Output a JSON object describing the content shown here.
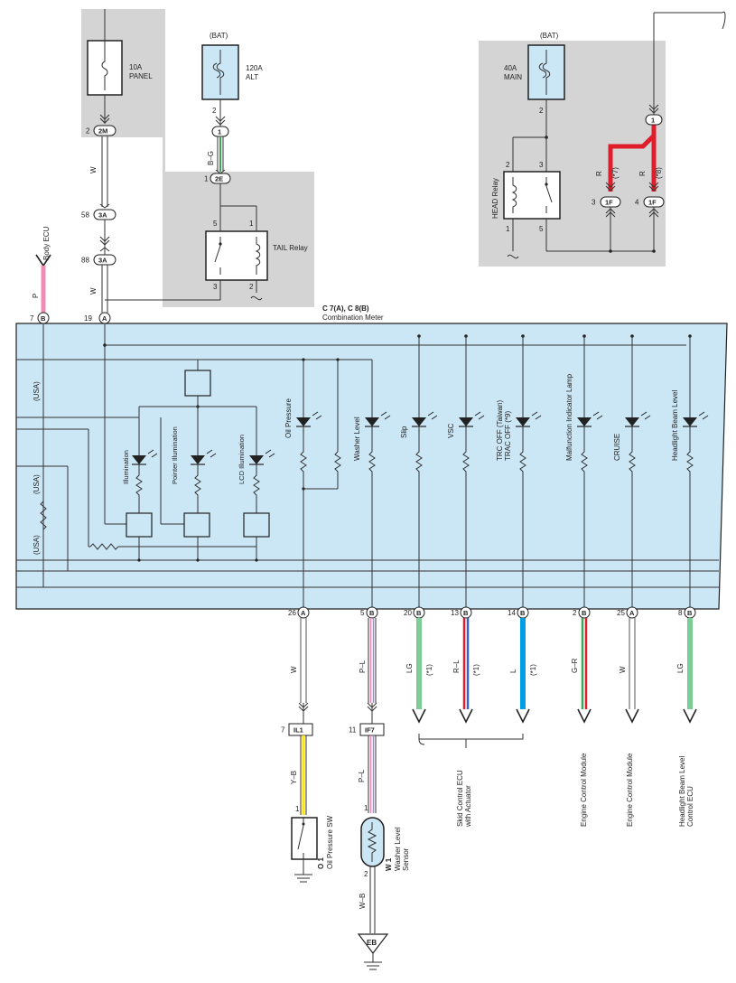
{
  "meter": {
    "title": "C 7(A), C 8(B)",
    "subtitle": "Combination Meter",
    "usa_labels": [
      "(USA)",
      "(USA)",
      "(USA)"
    ],
    "internal_labels": [
      "Illumination",
      "Pointer Illumination",
      "LCD Illumination"
    ],
    "lamps": [
      "Oil Pressure",
      "Washer Level",
      "Slip",
      "VSC",
      "TRC OFF (Taiwan)\nTRAC OFF (*9)",
      "Malfunction Indicator Lamp",
      "CRUISE",
      "Headlight Beam Level"
    ],
    "top_pins": [
      {
        "num": "7",
        "conn": "B"
      },
      {
        "num": "19",
        "conn": "A"
      }
    ],
    "bottom_pins": [
      {
        "num": "26",
        "conn": "A"
      },
      {
        "num": "5",
        "conn": "B"
      },
      {
        "num": "20",
        "conn": "B"
      },
      {
        "num": "13",
        "conn": "B"
      },
      {
        "num": "14",
        "conn": "B"
      },
      {
        "num": "2",
        "conn": "B"
      },
      {
        "num": "25",
        "conn": "A"
      },
      {
        "num": "8",
        "conn": "B"
      }
    ]
  },
  "fuses": {
    "panel": {
      "rating": "10A",
      "name": "PANEL"
    },
    "alt": {
      "source": "(BAT)",
      "rating": "120A",
      "name": "ALT"
    },
    "main": {
      "source": "(BAT)",
      "rating": "40A",
      "name": "MAIN"
    }
  },
  "relays": {
    "tail": {
      "name": "TAIL Relay",
      "pins": [
        "5",
        "1",
        "3",
        "2"
      ]
    },
    "head": {
      "name": "HEAD Relay",
      "pins": [
        "2",
        "3",
        "1",
        "5"
      ]
    }
  },
  "connectors": {
    "c2m": {
      "pin": "2",
      "label": "2M"
    },
    "c3a_top": {
      "pin": "58",
      "label": "3A"
    },
    "c3a_bot": {
      "pin": "88",
      "label": "3A"
    },
    "c1_alt": {
      "pin": "2",
      "label": "1"
    },
    "c2e": {
      "pin": "1",
      "label": "2E"
    },
    "main_pin": {
      "pin": "2"
    },
    "c1_top": {
      "label": "1"
    },
    "c1f_a": {
      "pin": "3",
      "label": "1F"
    },
    "c1f_b": {
      "pin": "4",
      "label": "1F"
    },
    "il1": {
      "pin": "7",
      "label": "IL1"
    },
    "if7": {
      "pin": "11",
      "label": "IF7"
    }
  },
  "wires": {
    "panel": "W",
    "panel2": "W",
    "alt": "B–G",
    "body_ecu": "P",
    "r7": "R",
    "r7_note": "(*7)",
    "r8": "R",
    "r8_note": "(*8)",
    "bottom": [
      {
        "color": "W",
        "note": ""
      },
      {
        "color": "P–L",
        "note": ""
      },
      {
        "color": "LG",
        "note": "(*1)"
      },
      {
        "color": "R–L",
        "note": "(*1)"
      },
      {
        "color": "L",
        "note": "(*1)"
      },
      {
        "color": "G–R",
        "note": ""
      },
      {
        "color": "W",
        "note": ""
      },
      {
        "color": "LG",
        "note": ""
      }
    ],
    "oil_sw": "Y–B",
    "washer": "P–L",
    "washer_gnd": "W–B"
  },
  "destinations": {
    "body_ecu": "Body ECU",
    "skid": "Skid Control ECU\nwith Actuator",
    "ecm1": "Engine Control Module",
    "ecm2": "Engine Control Module",
    "headlight": "Headlight Beam Level\nControl ECU"
  },
  "components": {
    "oil_sw": {
      "code": "O 1",
      "name": "Oil Pressure SW",
      "pin": "1"
    },
    "washer_sensor": {
      "code": "W 1",
      "name": "Washer Level\nSensor",
      "pin_top": "1",
      "pin_bot": "2"
    },
    "ground_eb": "EB"
  },
  "colors": {
    "meter_fill": "#cbe6f4",
    "shade": "#d4d4d4",
    "pink": "#f08cb4",
    "green": "#7ccc95",
    "red": "#e01e2b",
    "blue": "#009fe3",
    "yellow": "#ffe500",
    "violet": "#9a8bd8",
    "fuse_fill": "#cbe6f4"
  }
}
